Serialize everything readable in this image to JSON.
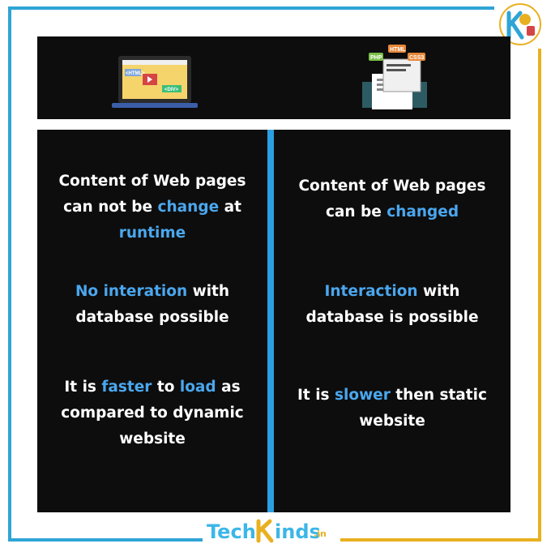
{
  "left": {
    "row1": [
      "Content of Web pages",
      "can not be ",
      "change",
      " at",
      "runtime"
    ],
    "row2": [
      "No interation",
      " with",
      "database possible"
    ],
    "row3": [
      "It is ",
      "faster",
      " to ",
      "load",
      " as",
      "compared to dynamic",
      "website"
    ]
  },
  "right": {
    "row1": [
      "Content of Web pages",
      "can be ",
      "changed"
    ],
    "row2": [
      "Interaction",
      " with",
      "database is possible"
    ],
    "row3": [
      "It is ",
      "slower",
      " then static",
      "website"
    ]
  },
  "illustrations": {
    "left": {
      "tag1": "<HTML>",
      "tag2": "<DIV>"
    },
    "right": {
      "tag1": "PHP",
      "tag2": "HTML",
      "tag3": "CSS3"
    }
  },
  "brand": {
    "tech": "Tech",
    "inds": "inds",
    "suffix": ".in"
  },
  "colors": {
    "highlight": "#4aa7ee",
    "divider": "#2b9fe3",
    "frame_blue": "#2fa4d6",
    "frame_yellow": "#e8b021",
    "panel": "#0d0d0d"
  }
}
